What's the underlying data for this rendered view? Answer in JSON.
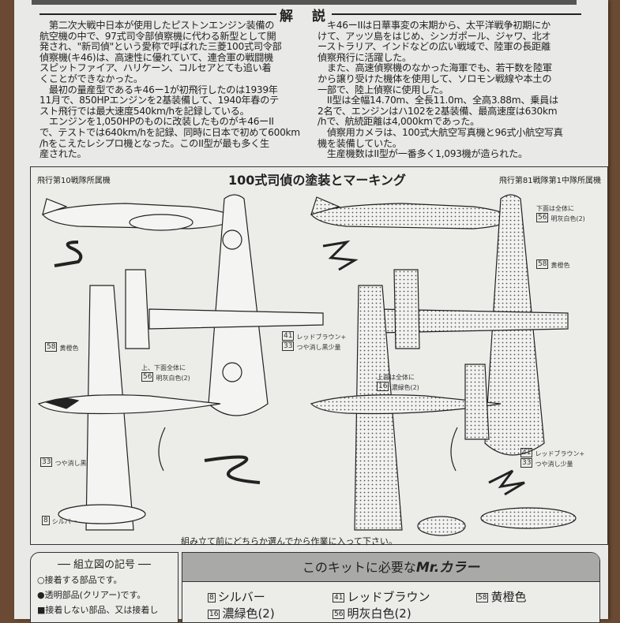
{
  "heading": {
    "left": "解",
    "right": "説"
  },
  "left_column": [
    "　第二次大戦中日本が使用したピストンエンジン装備の",
    "航空機の中で、97式司令部偵察機に代わる新型として開",
    "発され、\"新司偵\"という愛称で呼ばれた三菱100式司令部",
    "偵察機(キ46)は、高速性に優れていて、連合軍の戦闘機",
    "スピットファイア、ハリケーン、コルセアとても追い着",
    "くことができなかった。",
    "　最初の量産型であるキ46ー1が初飛行したのは1939年",
    "11月で、850HPエンジンを2基装備して、1940年春のテ",
    "スト飛行では最大速度540km/hを記録している。",
    "　エンジンを1,050HPのものに改装したものがキ46ーII",
    "で、テストでは640km/hを記録、同時に日本で初めて600km",
    "/hをこえたレシプロ機となった。このII型が最も多く生",
    "産された。"
  ],
  "right_column": [
    "　キ46ーIIは日華事変の末期から、太平洋戦争初期にか",
    "けて、アッツ島をはじめ、シンガポール、ジャワ、北オ",
    "ーストラリア、インドなどの広い戦域で、陸軍の長距離",
    "偵察飛行に活躍した。",
    "　また、高速偵察機のなかった海軍でも、若干数を陸軍",
    "から譲り受けた機体を使用して、ソロモン戦線や本土の",
    "一部で、陸上偵察に使用した。",
    "　II型は全幅14.70m、全長11.0m、全高3.88m、乗員は",
    "2名で、エンジンはハ102を2基装備、最高速度は630km",
    "/hで、航続距離は4,000kmであった。",
    "　偵察用カメラは、100式大航空写真機と96式小航空写真",
    "機を装備していた。",
    "　生産機数はII型が一番多く1,093機が造られた。"
  ],
  "marking": {
    "title": "100式司偵の塗装とマーキング",
    "left_unit": "飛行第10戦隊所属機",
    "right_unit": "飛行第81戦隊第1中隊所属機",
    "labels": {
      "l_yellow": "黄橙色",
      "l_yellow_num": "58",
      "l_top1": "上、下面全体に",
      "l_top2": "明灰白色(2)",
      "l_top2_num": "56",
      "l_black": "つや消し黒",
      "l_black_num": "33",
      "l_silver": "シルバー",
      "l_silver_num": "8",
      "m_red": "レッドブラウン+",
      "m_red_num": "41",
      "m_black": "つや消し黒少量",
      "m_black_num": "33",
      "r_under1": "下面は全体に",
      "r_under2": "明灰白色(2)",
      "r_under2_num": "56",
      "r_yellow": "黄橙色",
      "r_yellow_num": "58",
      "r_top1": "上面は全体に",
      "r_top2": "濃緑色(2)",
      "r_top2_num": "16",
      "r_red": "レッドブラウン+",
      "r_red_num": "41",
      "r_black": "つや消し少量",
      "r_black_num": "33"
    },
    "caption": "組み立て前にどちらか選んでから作業に入って下さい。"
  },
  "legend": {
    "title": "組立図の記号",
    "items": [
      "○接着する部品です。",
      "●透明部品(クリアー)です。",
      "■接着しない部品、又は接着し"
    ]
  },
  "colors": {
    "header": "このキットに必要な",
    "brand": "Mr.カラー",
    "items": [
      {
        "num": "8",
        "name": "シルバー"
      },
      {
        "num": "41",
        "name": "レッドブラウン"
      },
      {
        "num": "58",
        "name": "黄橙色"
      },
      {
        "num": "16",
        "name": "濃緑色(2)"
      },
      {
        "num": "56",
        "name": "明灰白色(2)"
      }
    ]
  }
}
